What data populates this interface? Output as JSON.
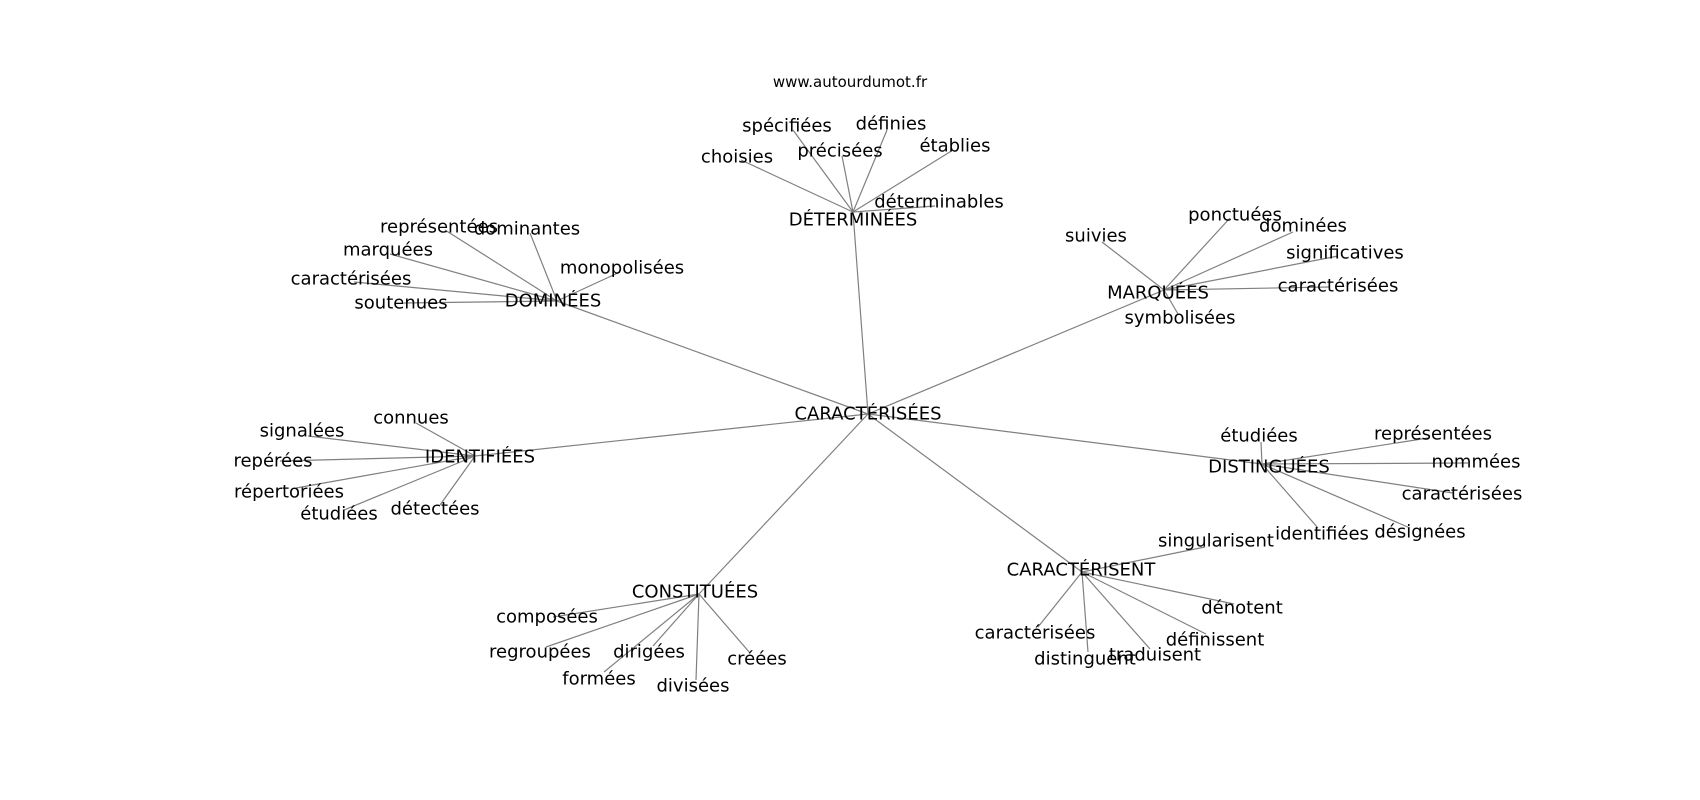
{
  "watermark": "www.autourdumot.fr",
  "edge_color": "#808080",
  "center": "CARACTÉRISÉES",
  "hubs": [
    {
      "id": "determinees",
      "label": "DÉTERMINÉES",
      "leaves": [
        "spécifiées",
        "définies",
        "choisies",
        "précisées",
        "établies",
        "déterminables"
      ]
    },
    {
      "id": "dominees",
      "label": "DOMINÉES",
      "leaves": [
        "représentées",
        "dominantes",
        "marquées",
        "monopolisées",
        "caractérisées",
        "soutenues"
      ]
    },
    {
      "id": "marquees",
      "label": "MARQUÉES",
      "leaves": [
        "suivies",
        "ponctuées",
        "dominées",
        "significatives",
        "caractérisées",
        "symbolisées"
      ]
    },
    {
      "id": "identifiees",
      "label": "IDENTIFIÉES",
      "leaves": [
        "connues",
        "signalées",
        "repérées",
        "répertoriées",
        "étudiées",
        "détectées"
      ]
    },
    {
      "id": "distinguees",
      "label": "DISTINGUÉES",
      "leaves": [
        "étudiées",
        "représentées",
        "nommées",
        "caractérisées",
        "identifiées",
        "désignées"
      ]
    },
    {
      "id": "caracterisent",
      "label": "CARACTÉRISENT",
      "leaves": [
        "singularisent",
        "dénotent",
        "caractérisées",
        "définissent",
        "distinguent",
        "traduisent"
      ]
    },
    {
      "id": "constituees",
      "label": "CONSTITUÉES",
      "leaves": [
        "composées",
        "regroupées",
        "dirigées",
        "créées",
        "formées",
        "divisées"
      ]
    }
  ]
}
